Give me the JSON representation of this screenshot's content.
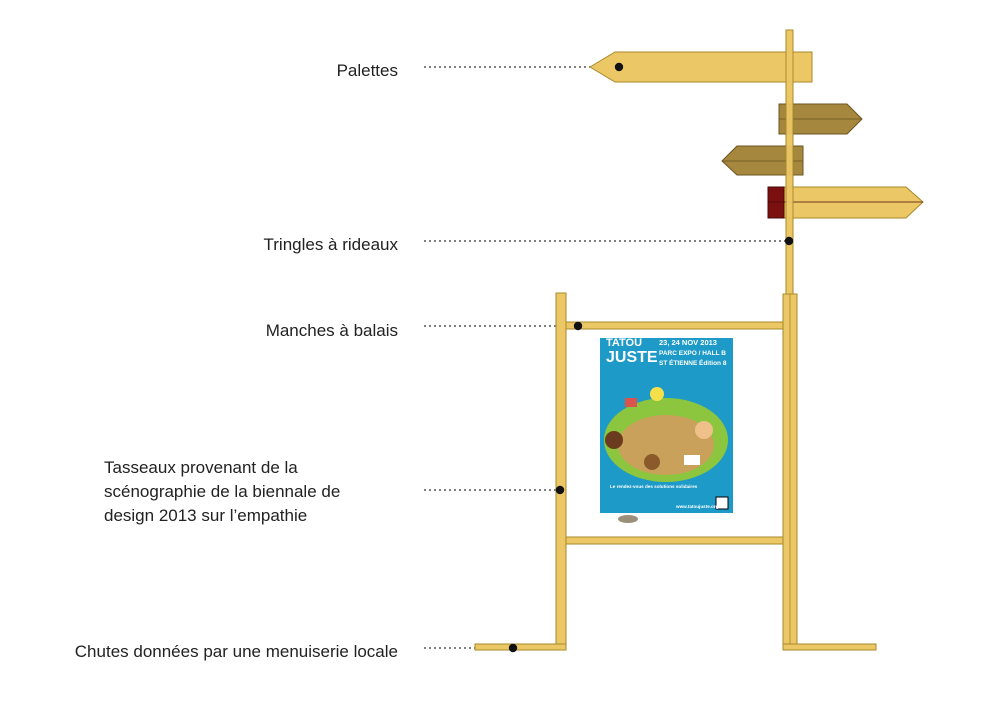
{
  "labels": {
    "palettes": "Palettes",
    "tringles": "Tringles à rideaux",
    "manches": "Manches à balais",
    "tasseaux_line1": "Tasseaux provenant de la",
    "tasseaux_line2": "scénographie de la biennale de",
    "tasseaux_line3": "design 2013 sur l’empathie",
    "chutes": "Chutes données par une menuiserie locale"
  },
  "poster": {
    "dates": "23, 24 NOV 2013",
    "title_top": "TATOU",
    "title_bottom": "JUSTE",
    "venue": "PARC EXPO / HALL B",
    "city": "ST ÉTIENNE",
    "edition": "Édition 8",
    "slogan": "Le rendez-vous des solutions solidaires",
    "url": "www.tatoujuste.org"
  },
  "colors": {
    "wood": "#ecc766",
    "wood_stroke": "#a88a2a",
    "sign_light": "#ecc766",
    "sign_mid": "#a5873e",
    "sign_dark": "#8a6f2e",
    "sign_red": "#7a1010",
    "poster_blue": "#1d9ac7",
    "dot": "#111111"
  }
}
